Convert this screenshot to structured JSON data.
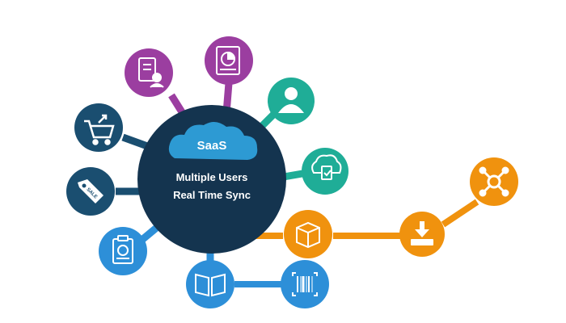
{
  "hub": {
    "cloud_label": "SaaS",
    "lines": [
      "Multiple Users",
      "Real Time Sync"
    ],
    "colors": {
      "fill": "#14344f",
      "cloud": "#2d9ad3"
    }
  },
  "nodes": [
    {
      "key": "report",
      "icon": "report-document-icon",
      "color": "#9b3ea0"
    },
    {
      "key": "chart-report",
      "icon": "pie-chart-report-icon",
      "color": "#9b3ea0"
    },
    {
      "key": "user",
      "icon": "user-profile-icon",
      "color": "#1fad97"
    },
    {
      "key": "cloud-checklist",
      "icon": "cloud-checklist-icon",
      "color": "#1fad97"
    },
    {
      "key": "box",
      "icon": "package-box-icon",
      "color": "#f0920e"
    },
    {
      "key": "cart",
      "icon": "shopping-cart-icon",
      "color": "#1a4e70"
    },
    {
      "key": "sale",
      "icon": "sale-tag-icon",
      "color": "#1a4e70"
    },
    {
      "key": "invoice",
      "icon": "dollar-clipboard-icon",
      "color": "#2d8fd8"
    },
    {
      "key": "book",
      "icon": "open-book-icon",
      "color": "#2d8fd8"
    },
    {
      "key": "barcode",
      "icon": "barcode-scanner-icon",
      "color": "#2d8fd8"
    },
    {
      "key": "download",
      "icon": "download-tray-icon",
      "color": "#f0920e"
    },
    {
      "key": "network",
      "icon": "network-hub-icon",
      "color": "#f0920e"
    }
  ]
}
